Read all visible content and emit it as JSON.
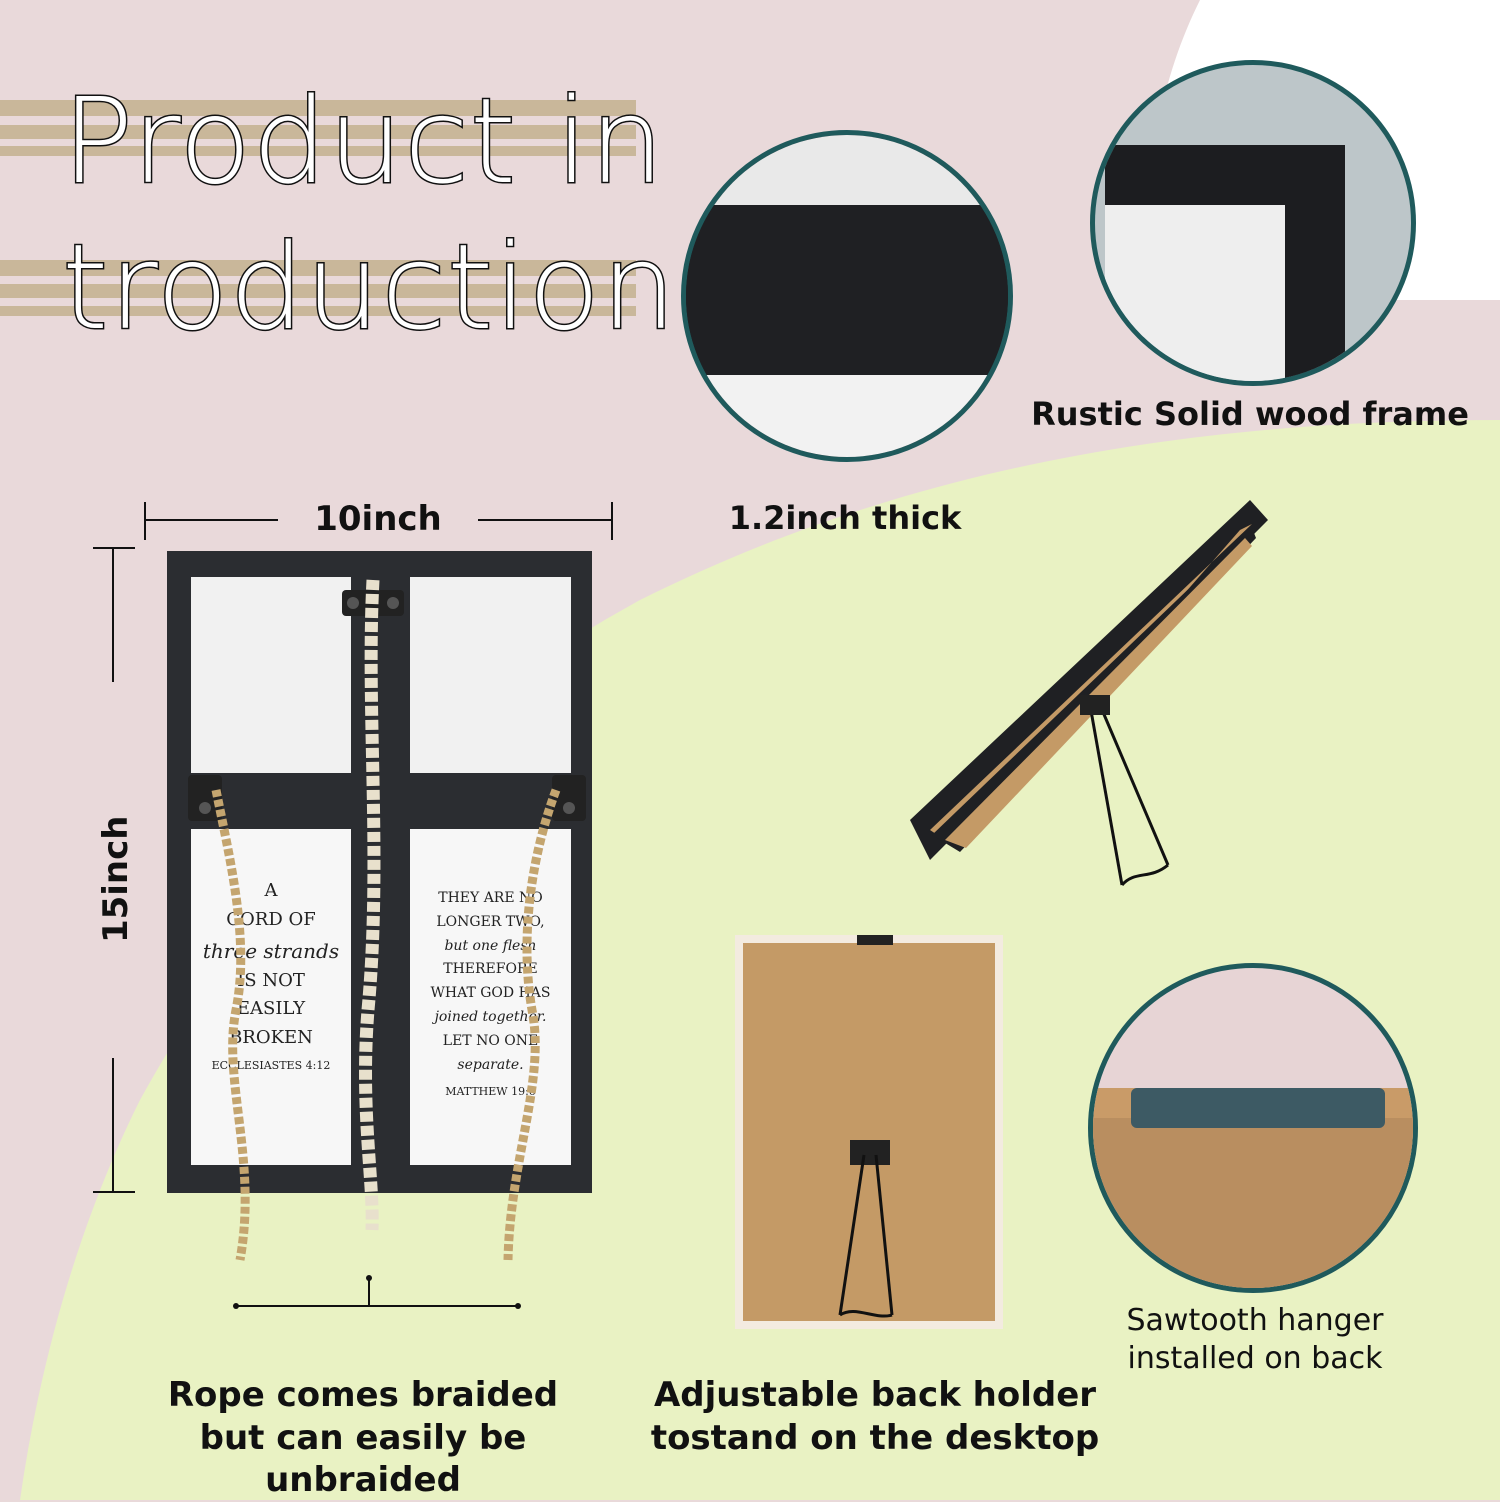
{
  "title": {
    "line1": "Product in",
    "line2": "troduction"
  },
  "dimensions": {
    "width": "10inch",
    "height": "15inch"
  },
  "labels": {
    "thickness": "1.2inch thick",
    "frame": "Rustic Solid wood frame",
    "rope": [
      "Rope comes braided",
      "but can easily be unbraided"
    ],
    "holder": [
      "Adjustable back holder",
      "tostand on the desktop"
    ],
    "hanger": [
      "Sawtooth hanger",
      "installed on back"
    ]
  },
  "panel_left": [
    "A",
    "CORD OF",
    "three strands",
    "IS NOT",
    "EASILY",
    "BROKEN",
    "ECCLESIASTES 4:12"
  ],
  "panel_right": [
    "THEY ARE NO",
    "LONGER TWO,",
    "but one flesh",
    "THEREFORE",
    "WHAT GOD HAS",
    "joined together.",
    "LET NO ONE",
    "separate.",
    "MATTHEW 19:6"
  ],
  "colors": {
    "pink": "#e9d9da",
    "green": "#e9f2c3",
    "teal": "#1f5a5c",
    "frame": "#2b2d31",
    "cardboard": "#c49a66"
  }
}
